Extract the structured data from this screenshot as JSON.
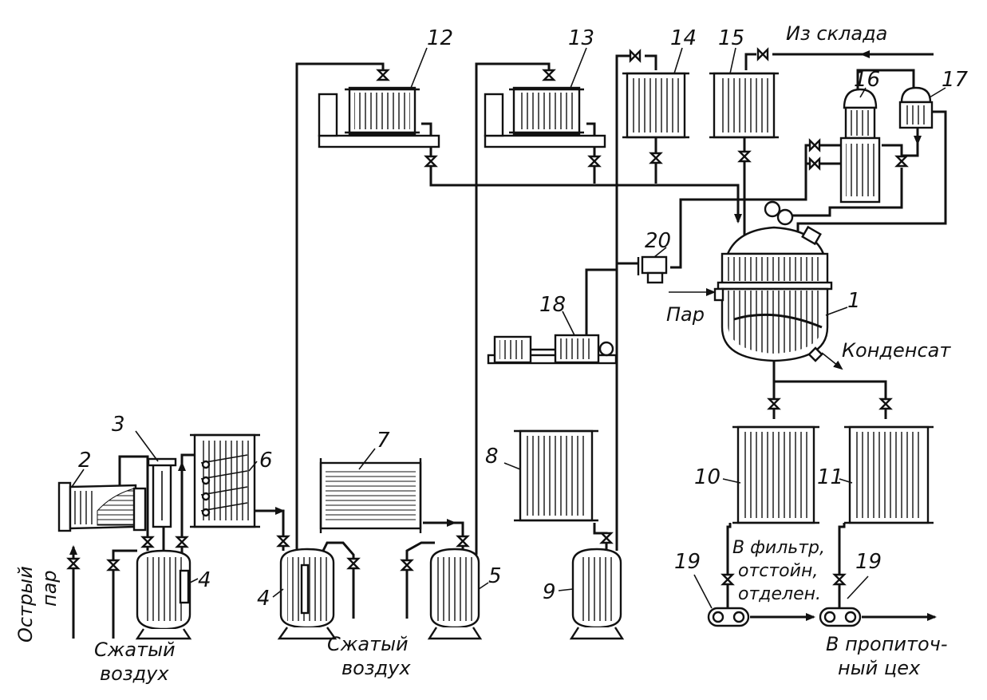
{
  "labels": {
    "n1": "1",
    "n2": "2",
    "n3": "3",
    "n4a": "4",
    "n4b": "4",
    "n5": "5",
    "n6": "6",
    "n7": "7",
    "n8": "8",
    "n9": "9",
    "n10": "10",
    "n11": "11",
    "n12": "12",
    "n13": "13",
    "n14": "14",
    "n15": "15",
    "n16": "16",
    "n17": "17",
    "n18": "18",
    "n19a": "19",
    "n19b": "19",
    "n20": "20"
  },
  "text": {
    "from_warehouse": "Из склада",
    "steam": "Пар",
    "condensate": "Конденсат",
    "live_steam_1": "Острый",
    "live_steam_2": "пар",
    "compressed_air_1a": "Сжатый",
    "compressed_air_1b": "воздух",
    "compressed_air_2a": "Сжатый",
    "compressed_air_2b": "воздух",
    "to_filter_1": "В фильтр,",
    "to_filter_2": "отстойн,",
    "to_filter_3": "отделен.",
    "to_impregnation_1": "В пропиточ-",
    "to_impregnation_2": "ный цех"
  }
}
